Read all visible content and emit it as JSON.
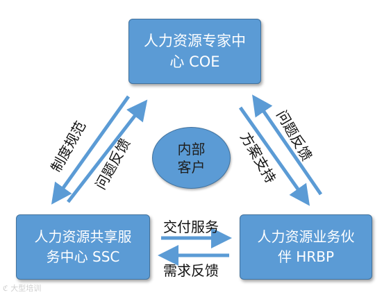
{
  "nodes": {
    "coe": {
      "line1": "人力资源专家中",
      "line2": "心 COE"
    },
    "ssc": {
      "line1": "人力资源共享服",
      "line2": "务中心 SSC"
    },
    "hrbp": {
      "line1": "人力资源业务伙",
      "line2": "伴 HRBP"
    },
    "center": {
      "line1": "内部",
      "line2": "客户"
    }
  },
  "edges": {
    "coe_to_ssc": "制度规范",
    "ssc_to_coe": "问题反馈",
    "hrbp_to_coe": "问题反馈",
    "coe_to_hrbp": "方案支持",
    "ssc_to_hrbp": "交付服务",
    "hrbp_to_ssc": "需求反馈"
  },
  "watermark": "大型培训",
  "colors": {
    "box_fill": "#5b9bd5",
    "box_border": "#41719c",
    "arrow": "#5b9bd5"
  }
}
